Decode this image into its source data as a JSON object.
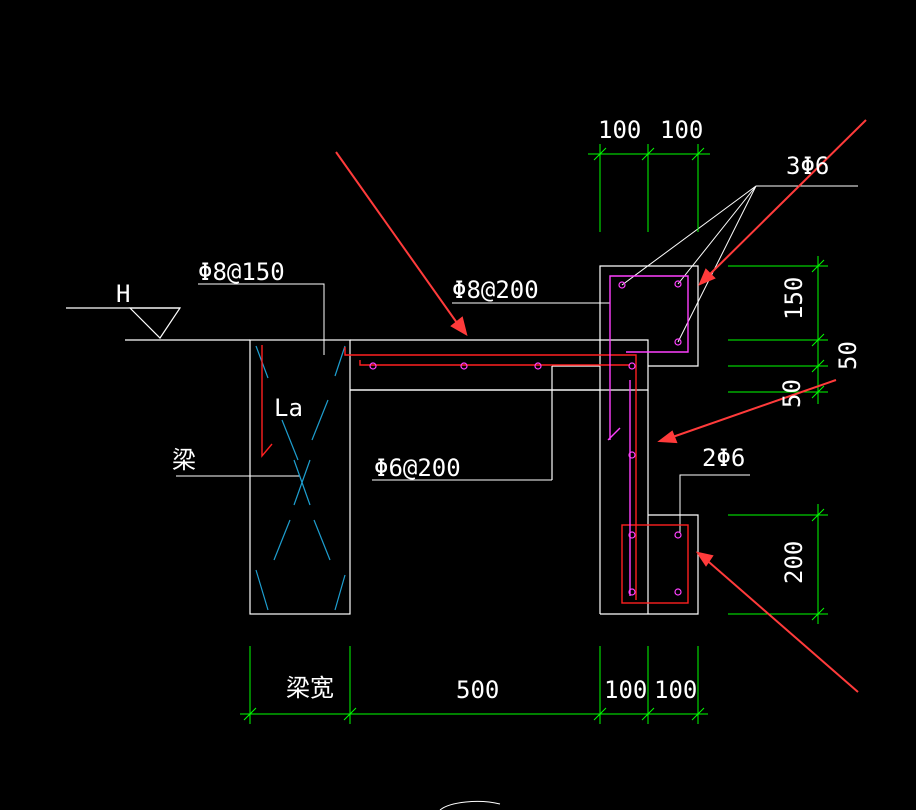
{
  "labels": {
    "elevation_mark": "H",
    "rebar_top_left": "Φ8@150",
    "rebar_top_mid": "Φ8@200",
    "rebar_bottom_mid": "Φ6@200",
    "anchorage": "La",
    "beam": "梁",
    "rebar_corner": "3Φ6",
    "rebar_bottom_right": "2Φ6"
  },
  "dimensions": {
    "top": [
      "100",
      "100"
    ],
    "right_upper": [
      "150",
      "50",
      "50"
    ],
    "right_lower": "200",
    "bottom": [
      "梁宽",
      "500",
      "100",
      "100"
    ]
  },
  "colors": {
    "background": "#000000",
    "outline": "#ffffff",
    "dimension": "#00ff00",
    "rebar_red": "#ff2020",
    "rebar_magenta": "#ff40ff",
    "hatch_cyan": "#1e9fd0",
    "arrow_red": "#ff3b3b"
  }
}
